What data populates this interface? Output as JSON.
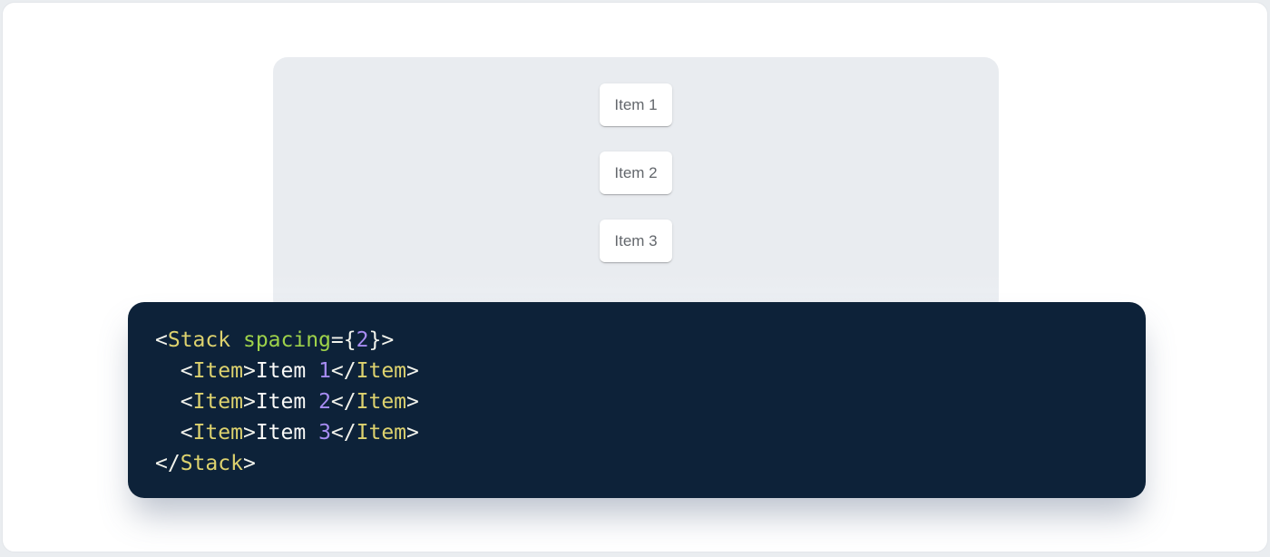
{
  "colors": {
    "page_bg": "#eaedf0",
    "card_bg": "#ffffff",
    "panel_bg": "#e9ecf0",
    "item_text": "#63676c",
    "code_bg": "#0d2239",
    "tok_punct": "#f2f3ec",
    "tok_tag": "#ddd26e",
    "tok_attr": "#9ed24a",
    "tok_num": "#a78cf2",
    "tok_text": "#fafaf8"
  },
  "demo": {
    "items": [
      {
        "label": "Item 1"
      },
      {
        "label": "Item 2"
      },
      {
        "label": "Item 3"
      }
    ]
  },
  "code": {
    "language": "jsx",
    "lines": [
      {
        "tokens": [
          {
            "t": "<",
            "c": "p"
          },
          {
            "t": "Stack",
            "c": "tag"
          },
          {
            "t": " ",
            "c": "pl"
          },
          {
            "t": "spacing",
            "c": "attr"
          },
          {
            "t": "=",
            "c": "p"
          },
          {
            "t": "{",
            "c": "p"
          },
          {
            "t": "2",
            "c": "num"
          },
          {
            "t": "}",
            "c": "p"
          },
          {
            "t": ">",
            "c": "p"
          }
        ]
      },
      {
        "tokens": [
          {
            "t": "  ",
            "c": "pl"
          },
          {
            "t": "<",
            "c": "p"
          },
          {
            "t": "Item",
            "c": "tag"
          },
          {
            "t": ">",
            "c": "p"
          },
          {
            "t": "Item ",
            "c": "pl"
          },
          {
            "t": "1",
            "c": "num"
          },
          {
            "t": "</",
            "c": "p"
          },
          {
            "t": "Item",
            "c": "tag"
          },
          {
            "t": ">",
            "c": "p"
          }
        ]
      },
      {
        "tokens": [
          {
            "t": "  ",
            "c": "pl"
          },
          {
            "t": "<",
            "c": "p"
          },
          {
            "t": "Item",
            "c": "tag"
          },
          {
            "t": ">",
            "c": "p"
          },
          {
            "t": "Item ",
            "c": "pl"
          },
          {
            "t": "2",
            "c": "num"
          },
          {
            "t": "</",
            "c": "p"
          },
          {
            "t": "Item",
            "c": "tag"
          },
          {
            "t": ">",
            "c": "p"
          }
        ]
      },
      {
        "tokens": [
          {
            "t": "  ",
            "c": "pl"
          },
          {
            "t": "<",
            "c": "p"
          },
          {
            "t": "Item",
            "c": "tag"
          },
          {
            "t": ">",
            "c": "p"
          },
          {
            "t": "Item ",
            "c": "pl"
          },
          {
            "t": "3",
            "c": "num"
          },
          {
            "t": "</",
            "c": "p"
          },
          {
            "t": "Item",
            "c": "tag"
          },
          {
            "t": ">",
            "c": "p"
          }
        ]
      },
      {
        "tokens": [
          {
            "t": "</",
            "c": "p"
          },
          {
            "t": "Stack",
            "c": "tag"
          },
          {
            "t": ">",
            "c": "p"
          }
        ]
      }
    ]
  }
}
